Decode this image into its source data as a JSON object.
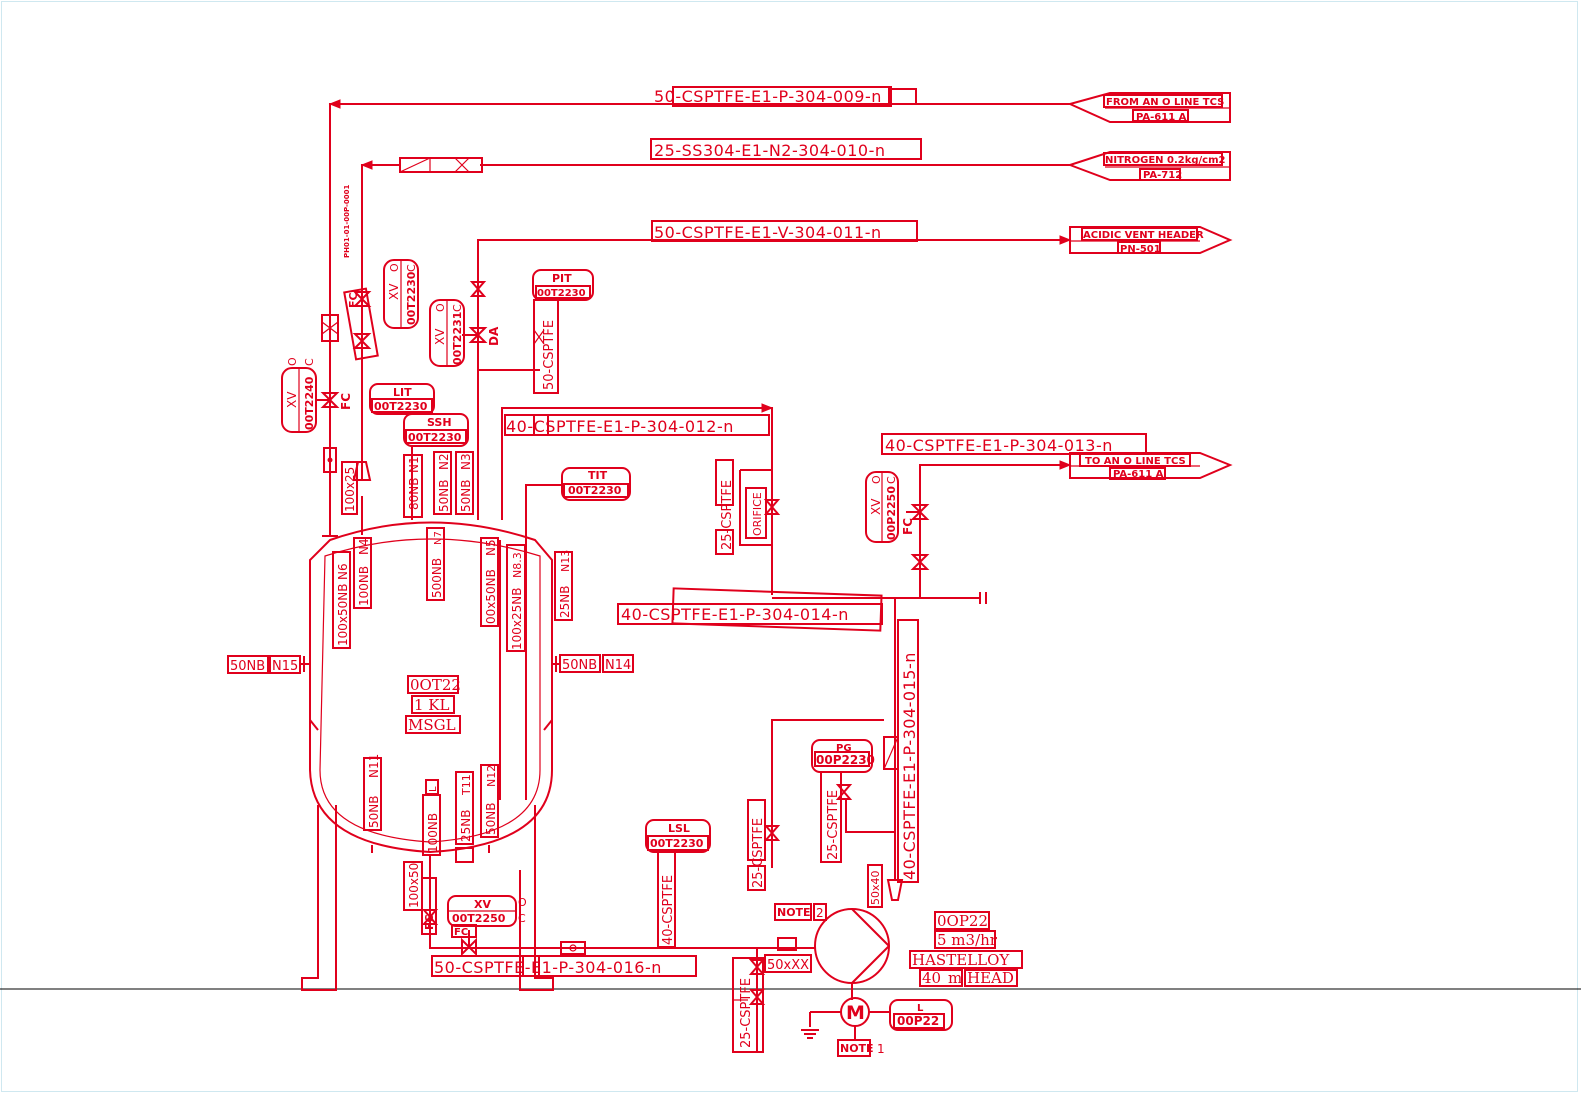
{
  "lines": {
    "l009": "50-CSPTFE-E1-P-304-009-n",
    "l010": "25-SS304-E1-N2-304-010-n",
    "l011": "50-CSPTFE-E1-V-304-011-n",
    "l012": "40-CSPTFE-E1-P-304-012-n",
    "l013": "40-CSPTFE-E1-P-304-013-n",
    "l014": "40-CSPTFE-E1-P-304-014-n",
    "l015": "40-CSPTFE-E1-P-304-015-n",
    "l016": "50-CSPTFE-E1-P-304-016-n"
  },
  "offpage": {
    "from_line_1": "FROM AN O LINE TCS",
    "from_line_2": "PA-611 A",
    "nitrogen_1": "NITROGEN 0.2kg/cm2",
    "nitrogen_2": "PA-712",
    "vent_1": "ACIDIC VENT HEADER",
    "vent_2": "PN-501",
    "to_line_1": "TO AN O LINE TCS",
    "to_line_2": "PA-611 A"
  },
  "instruments": {
    "pit": {
      "tag": "PIT",
      "num": "00T2230"
    },
    "lit": {
      "tag": "LIT",
      "num": "00T2230"
    },
    "ssh": {
      "tag": "SSH",
      "num": "00T2230"
    },
    "tit": {
      "tag": "TIT",
      "num": "00T2230"
    },
    "lsl": {
      "tag": "LSL",
      "num": "00T2230"
    },
    "pg": {
      "tag": "PG",
      "num": "00P2230"
    },
    "xv_2240": {
      "tag": "XV",
      "num": "00T2240",
      "c": "C",
      "o": "O"
    },
    "xv_2230": {
      "tag": "XV",
      "num": "00T2230",
      "c": "C",
      "o": "O"
    },
    "xv_2231": {
      "tag": "XV",
      "num": "00T2231",
      "c": "C",
      "o": "O"
    },
    "xv_2250_top": {
      "tag": "XV",
      "num": "00P2250",
      "c": "C",
      "o": "O"
    },
    "xv_2250_bottom": {
      "tag": "XV",
      "num": "00T2250",
      "c": "C",
      "o": "O"
    },
    "motor_l": {
      "tag": "L",
      "num": "00P22"
    }
  },
  "valve_marks": {
    "fc": "FC",
    "da": "DA",
    "orifice": "ORIFICE",
    "motor": "M",
    "spill_code": "PH01-01-00P-0001"
  },
  "nozzles": {
    "n1": "N1",
    "n1_size": "80NB",
    "n2": "N2",
    "n2_size": "50NB",
    "n3": "N3",
    "n3_size": "50NB",
    "n4": "N4",
    "n4_size": "100NB",
    "n5": "N5",
    "n5_size": "00x50NB",
    "n6": "N6",
    "n6_size": "100x50NB",
    "n7": "N7",
    "n7_size": "500NB",
    "n8": "N8.3",
    "n8_size": "100x25NB",
    "n11": "N11",
    "n11_size": "50NB",
    "n12": "N12",
    "n12_size": "50NB",
    "n13": "N13",
    "n13_size": "25NB",
    "n14": "N14",
    "n14_size": "50NB",
    "n15": "N15",
    "n15_size": "50NB",
    "t11": "T11",
    "t11_size": "25NB",
    "l_bottom": "L",
    "l_bottom_size": "100NB",
    "red_100x25": "100x25",
    "red_100x50": "100x50",
    "red_50x": "50xXX",
    "red_top": "50x40"
  },
  "small_lines": {
    "csptfe_a": "50-CSPTFE",
    "csptfe_b": "25-CSPTFE",
    "csptfe_c": "40-CSPTFE",
    "csptfe_d": "25-CSPTFE",
    "csptfe_e": "25-CSPTFE",
    "csptfe_f": "25-CSPTFE"
  },
  "equipment": {
    "vessel_tag": "0OT22",
    "vessel_cap": "1 KL",
    "vessel_moc": "MSGL",
    "pump_tag": "0OP22",
    "pump_flow": "5 m3/hr",
    "pump_moc": "HASTELLOY",
    "pump_head_a": "40",
    "pump_head_b": "m",
    "pump_head_c": "HEAD"
  },
  "notes": {
    "note2": "NOTE",
    "note2_num": "2",
    "note1": "NOTE",
    "note1_num": "1"
  },
  "colors": {
    "line": "#e0001c",
    "background": "#ffffff",
    "frame": "#cfe8f0"
  }
}
